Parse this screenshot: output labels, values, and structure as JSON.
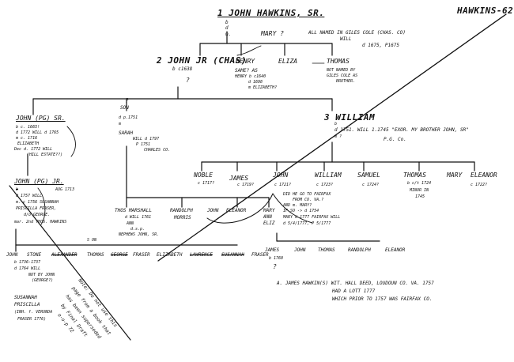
{
  "header": {
    "page_code": "HAWKINS-62"
  },
  "gen1": {
    "name": "1 JOHN HAWKINS, SR.",
    "b": "b",
    "d": "d",
    "m": "m.",
    "spouse": "MARY ?",
    "note_1": "ALL NAMED IN GILES COLE (CHAS. CO)",
    "note_2": "WILL",
    "note_3": "d 1675, P1675"
  },
  "gen2": {
    "john_jr": "2 JOHN JR (CHAS)",
    "john_jr_dates": "b c1638",
    "john_jr_q": "?",
    "henry": "HENRY",
    "henry_note_1": "SAME? AS",
    "henry_note_2": "HENRY b c1640",
    "henry_note_3": "d 1698",
    "henry_note_4": "m ELIZABETH?",
    "eliza": "ELIZA",
    "thomas": "THOMAS",
    "thomas_note_1": "NOT NAMED BY",
    "thomas_note_2": "GILES COLE AS",
    "thomas_note_3": "BROTHER."
  },
  "gen3": {
    "john_pg_sr": "JOHN (PG) SR.",
    "john_pg_b": "b c. 1665!",
    "john_pg_d": "d 1772 WILL d 1765",
    "john_pg_m": "m c. 1716",
    "john_pg_spouse": "ELIZABETH",
    "john_pg_spouse_d": "Dec d. 1772 WILL",
    "john_pg_spouse_note": "(HILL ESTATE??)",
    "son_q": "?",
    "son": "SON",
    "son_d": "d p.1751",
    "son_m": "m",
    "sarah": "SARAH",
    "sarah_note_1": "WILL d 1797",
    "sarah_note_2": "P 1751",
    "sarah_note_3": "CHARLES CO.",
    "william_3": "3 WILLIAM",
    "william_b": "b",
    "william_d": "d 1751. WILL 1.1745 \"EXOR. MY BROTHER JOHN, SR\"",
    "william_m": "m ?",
    "william_pg": "P.G. Co."
  },
  "gen4_left": {
    "john_pg_jr": "JOHN (PG) JR.",
    "b_struck": "b",
    "b_date": "AUG 1713",
    "d": "d 1757 WILL",
    "m": "m. c 1756 SUSANNAH",
    "m2": "PRISCILLA FRASER,",
    "m3": "d/o GEORGE.",
    "m4": "mar. 2nd THOS. HAWKINS"
  },
  "william_children": [
    {
      "name": "NOBLE",
      "dates": "c 1717?"
    },
    {
      "name": "JAMES",
      "dates": "c 1719?"
    },
    {
      "name": "JOHN",
      "dates": "c 1721?"
    },
    {
      "name": "WILLIAM",
      "dates": "c 1723?"
    },
    {
      "name": "SAMUEL",
      "dates": "c 1724?"
    },
    {
      "name": "THOMAS",
      "dates": "b c/t 1724"
    },
    {
      "name": "MARY",
      "dates": ""
    },
    {
      "name": "ELEANOR",
      "dates": "c 1722?"
    }
  ],
  "thomas_note_1": "MINOR IN",
  "thomas_note_2": "1745",
  "john_1721_notes": {
    "l1": "DID HE GO TO FAIRFAX",
    "l2": "FROM CO. VA.?",
    "l3": "AND m. MARY?",
    "l4": "IF SO -> d 1754",
    "l5": "MARY d 1777 FAIRFAX WILL",
    "l6": "d 5/4/1777, P 5/1777"
  },
  "son_children": {
    "thos_marshall": "THOS MARSHALL",
    "thos_d": "d WILL 1761",
    "thos_ann": "ANN",
    "thos_dsp": "d.s.p.",
    "thos_nephews": "NEPHEWS JOHN, SR.",
    "randolph": "RANDOLPH",
    "morris": "MORRIS",
    "john": "JOHN",
    "eleanor": "ELEANOR",
    "mary": "MARY",
    "ann": "ANN",
    "eliz": "ELIZ"
  },
  "gen5_left": {
    "s_on": "S ON",
    "john": "JOHN",
    "stone": "STONE",
    "alexander": "ALEXANDER",
    "thomas": "THOMAS",
    "george": "GEORGE",
    "fraser": "FRASER",
    "elizabeth": "ELIZABETH",
    "lawrence": "LAWRENCE",
    "susannah": "SUSANNAH",
    "fraser2": "FRASER",
    "john_b": "b 1736-1737",
    "john_d": "d 1764 WILL",
    "john_note_1": "NOT BY JOHN",
    "john_note_2": "(GEORGE?)",
    "susannah_name": "SUSANNAH",
    "priscilla": "PRISCILLA",
    "inh": "(INH. f. VERUNDA",
    "fraser_date": "FRASER 1776)"
  },
  "gen5_right": {
    "james": "JAMES",
    "john": "JOHN",
    "thomas": "THOMAS",
    "randolph": "RANDOLPH",
    "eleanor": "ELEANOR",
    "b": "b 1760",
    "q": "?"
  },
  "footer_note": {
    "line1": "A. JAMES HAWKIN(S) WIT. HALL DEED, LOUDOUN CO. VA. 1757",
    "line2": "HAD A LOTT     1777",
    "line3": "WHICH PRIOR TO 1757 WAS FAIRFAX CO."
  },
  "diagonal_note": {
    "l1": "Note: Do not use this",
    "l2": "page from a book that",
    "l3": "has been superseded",
    "l4": "by Final Draft",
    "l5": "o-o-p  72"
  }
}
